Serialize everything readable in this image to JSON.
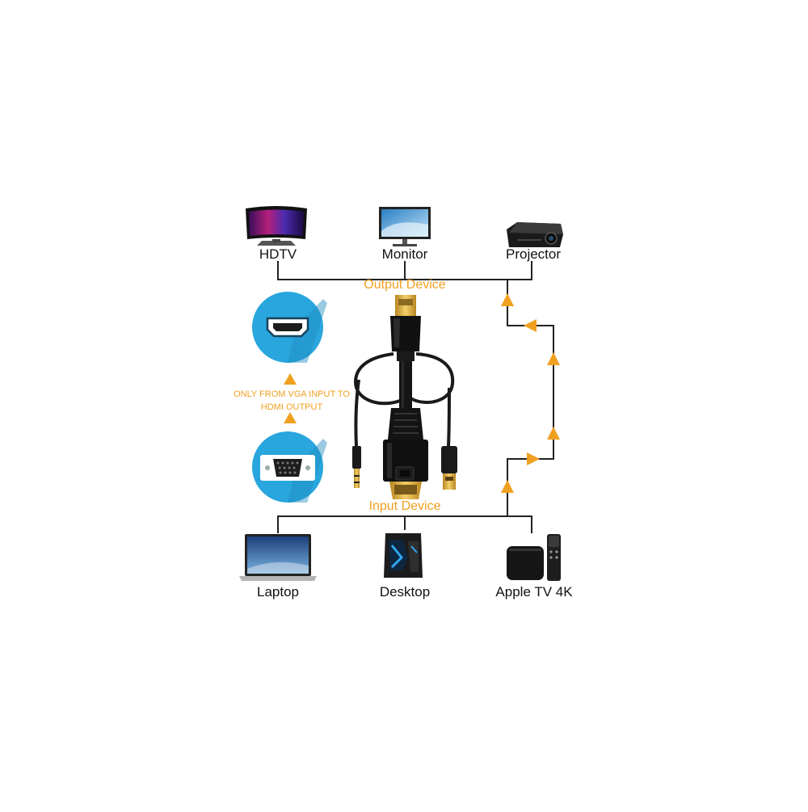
{
  "output_devices": [
    {
      "label": "HDTV",
      "icon": "curved-tv-icon"
    },
    {
      "label": "Monitor",
      "icon": "monitor-icon"
    },
    {
      "label": "Projector",
      "icon": "projector-icon"
    }
  ],
  "input_devices": [
    {
      "label": "Laptop",
      "icon": "laptop-icon"
    },
    {
      "label": "Desktop",
      "icon": "desktop-tower-icon"
    },
    {
      "label": "Apple TV 4K",
      "icon": "apple-tv-icon"
    }
  ],
  "output_label": "Output Device",
  "input_label": "Input Device",
  "direction_note": {
    "line1": "ONLY FROM VGA INPUT TO",
    "line2": "HDMI OUTPUT"
  },
  "port_icons": {
    "top": "hdmi-port-icon",
    "bottom": "vga-port-icon"
  },
  "colors": {
    "accent": "#f0a020",
    "circle": "#29a6dd",
    "line": "#222222",
    "cable": "#1a1a1a",
    "gold": "#d4a63a"
  }
}
